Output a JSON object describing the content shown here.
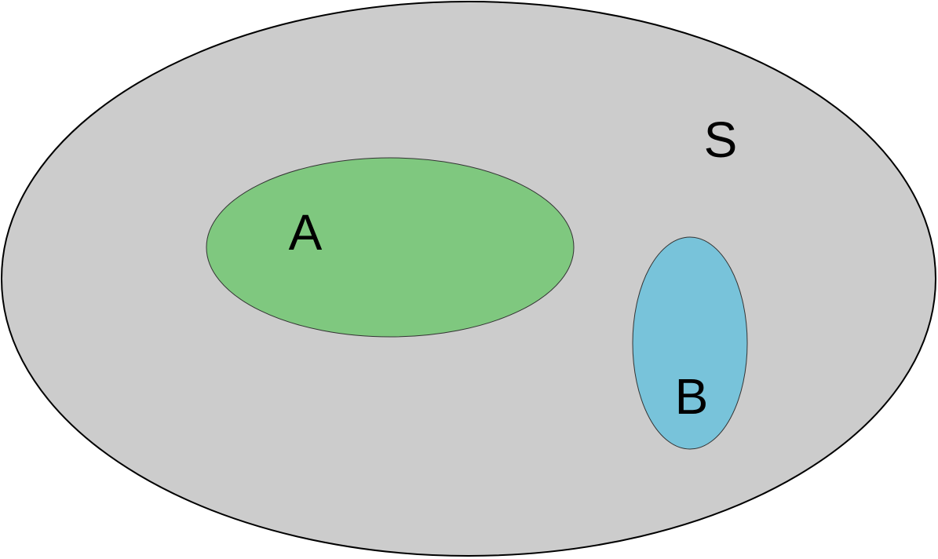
{
  "diagram": {
    "sets": {
      "universe": {
        "label": "S",
        "fill": "#cccccc",
        "stroke": "#000000"
      },
      "a": {
        "label": "A",
        "fill": "#7fc87f",
        "stroke": "#333333"
      },
      "b": {
        "label": "B",
        "fill": "#78c3da",
        "stroke": "#333333"
      }
    }
  }
}
